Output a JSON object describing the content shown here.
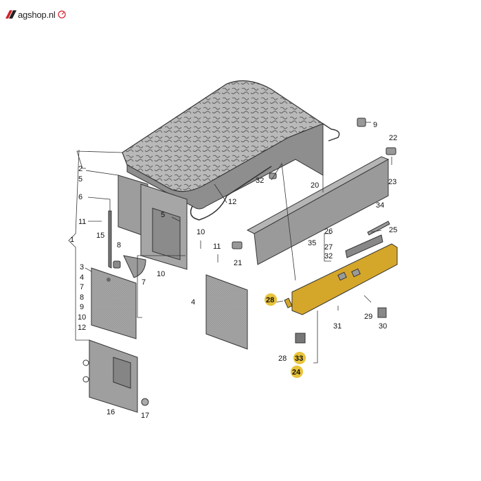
{
  "logo": {
    "text": "agshop.nl",
    "accent": "#d0202a"
  },
  "colors": {
    "line": "#333333",
    "panel": "#9a9a9a",
    "panel_dark": "#6f6f6f",
    "panel_light": "#c4c4c4",
    "highlight": "#d4a62a",
    "highlight_circle": "#e8c33a"
  },
  "labels": {
    "p1": "1",
    "p2": "2",
    "p3": "3",
    "p4": "4",
    "p5": "5",
    "p5b": "5",
    "p6": "6",
    "p7": "7",
    "p7b": "7",
    "p8": "8",
    "p8b": "8",
    "p9": "9",
    "p10": "10",
    "p10b": "10",
    "p10c": "10",
    "p11": "11",
    "p11b": "11",
    "p12": "12",
    "p12b": "12",
    "p15": "15",
    "p16": "16",
    "p17": "17",
    "p20": "20",
    "p21": "21",
    "p22": "22",
    "p23": "23",
    "p24": "24",
    "p25": "25",
    "p26": "26",
    "p27": "27",
    "p28": "28",
    "p28b": "28",
    "p29": "29",
    "p30": "30",
    "p31": "31",
    "p32": "32",
    "p32b": "32",
    "p33": "33",
    "p34": "34",
    "p35": "35",
    "p4b": "4",
    "p9b": "9"
  }
}
